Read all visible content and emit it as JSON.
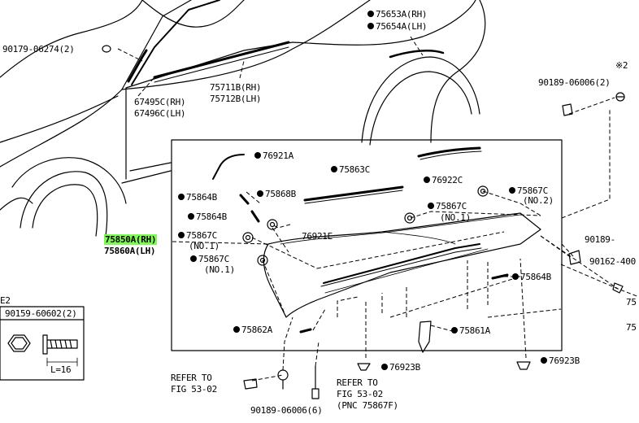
{
  "diagram": {
    "highlight_color": "#7CFC52",
    "labels": {
      "p90179": "90179-06274(2)",
      "p75653": "75653A(RH)",
      "p75654": "75654A(LH)",
      "mark2": "※2",
      "p90189top": "90189-06006(2)",
      "p75711": "75711B(RH)",
      "p75712": "75712B(LH)",
      "p67495": "67495C(RH)",
      "p67496": "67496C(LH)",
      "p76921A": "76921A",
      "p75863C": "75863C",
      "p76922C": "76922C",
      "p75864B_1": "75864B",
      "p75868B": "75868B",
      "p75867C_no2": "75867C",
      "no2": "(NO.2)",
      "p75867C_no1_right": "75867C",
      "no1_right": "(NO.1)",
      "p75864B_2": "75864B",
      "p75850A": "75850A(RH)",
      "p75860A": "75860A(LH)",
      "p75867C_left1": "75867C",
      "no1_left1": "(NO.1)",
      "p76921E": "76921E",
      "p75867C_left2": "75867C",
      "no1_left2": "(NO.1)",
      "p75864B_3": "75864B",
      "p75862A": "75862A",
      "p75861A": "75861A",
      "p76923B_1": "76923B",
      "p76923B_2": "76923B",
      "p90189right": "90189-",
      "p90162": "90162-400",
      "p75_r1": "75",
      "p75_r2": "75",
      "refer1_a": "REFER TO",
      "refer1_b": "FIG 53-02",
      "refer2_a": "REFER TO",
      "refer2_b": "FIG 53-02",
      "refer2_c": "(PNC 75867F)",
      "p90189bottom": "90189-06006(6)",
      "e2": "E2",
      "p90159": "90159-60602(2)",
      "l16": "L=16"
    }
  }
}
